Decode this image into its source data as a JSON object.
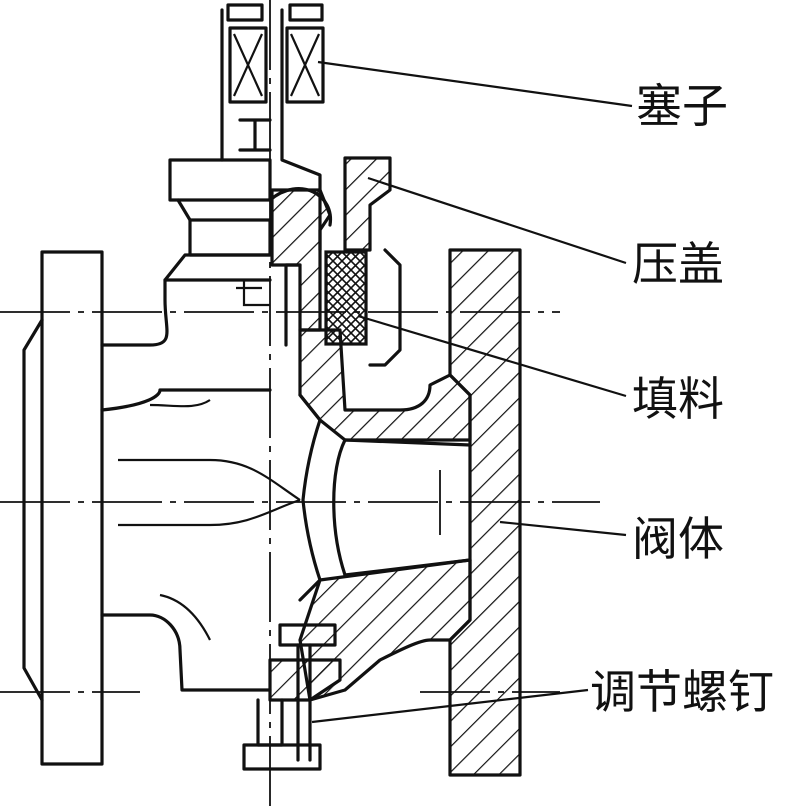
{
  "labels": {
    "plug": "塞子",
    "gland": "压盖",
    "packing": "填料",
    "body": "阀体",
    "adjusting_screw": "调节螺钉"
  }
}
